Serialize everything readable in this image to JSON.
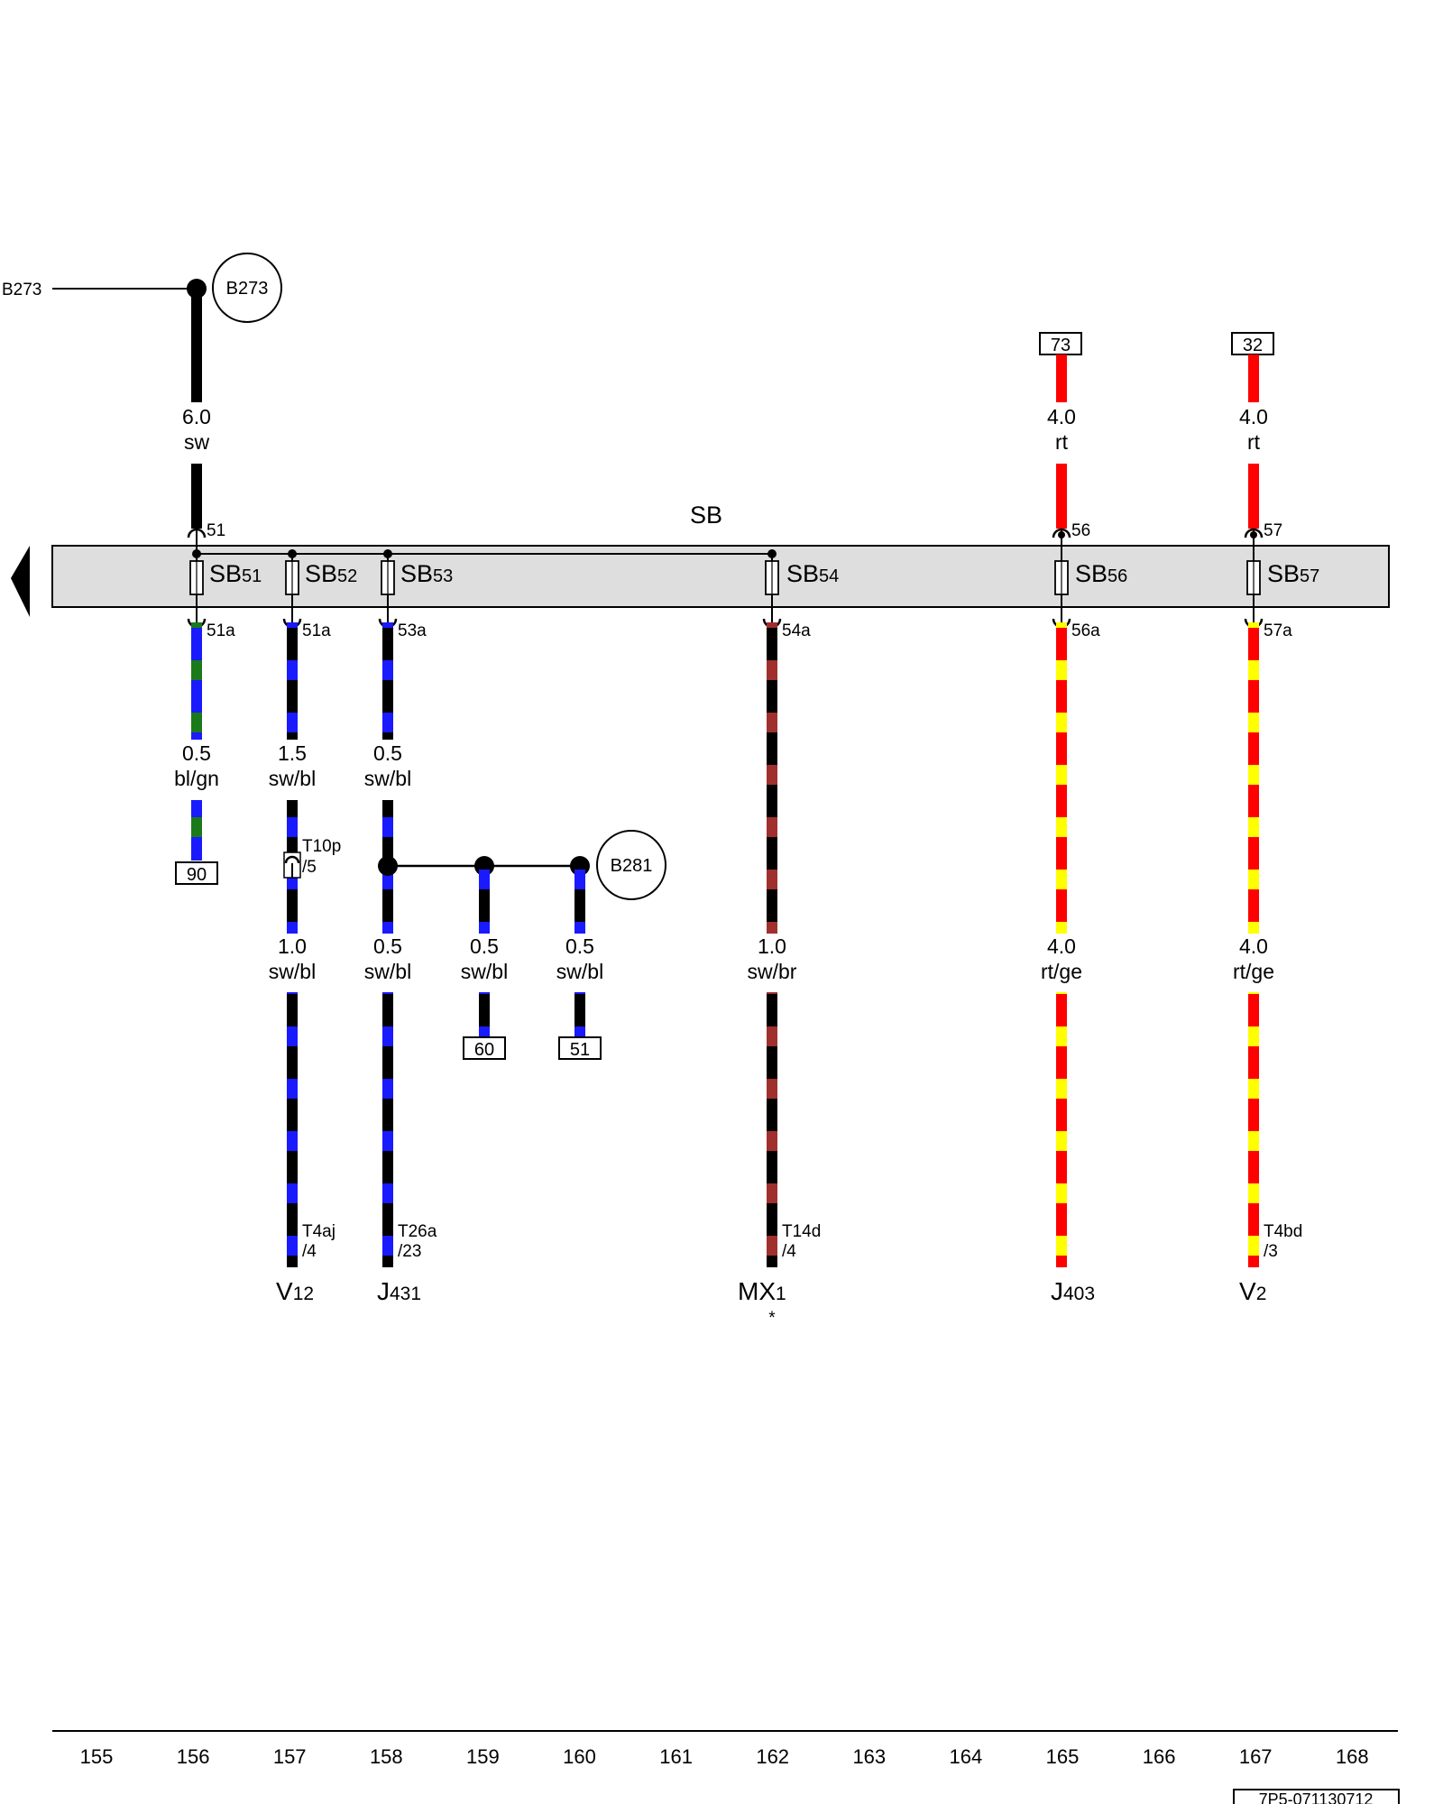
{
  "colors": {
    "sw": "#000000",
    "bl": "#1a1aff",
    "gn": "#1a7a1a",
    "rt": "#ff0000",
    "ge": "#ffff00",
    "br": "#a0302d",
    "busbar_fill": "#dedede"
  },
  "busbar": {
    "label": "SB"
  },
  "feed": {
    "wire_end_label": "B273",
    "connection": "B273"
  },
  "fuses": [
    {
      "id": "SB51",
      "label": "SB",
      "num": "51",
      "pin_in": "51",
      "pin_out": "51a"
    },
    {
      "id": "SB52",
      "label": "SB",
      "num": "52",
      "pin_in": "",
      "pin_out": "51a"
    },
    {
      "id": "SB53",
      "label": "SB",
      "num": "53",
      "pin_in": "",
      "pin_out": "53a"
    },
    {
      "id": "SB54",
      "label": "SB",
      "num": "54",
      "pin_in": "",
      "pin_out": "54a"
    },
    {
      "id": "SB56",
      "label": "SB",
      "num": "56",
      "pin_in": "56",
      "pin_out": "56a"
    },
    {
      "id": "SB57",
      "label": "SB",
      "num": "57",
      "pin_in": "57",
      "pin_out": "57a"
    }
  ],
  "input_wires": [
    {
      "fuse": "SB51",
      "size": "6.0",
      "color": "sw",
      "colors": [
        "sw"
      ]
    },
    {
      "fuse": "SB56",
      "size": "4.0",
      "color": "rt",
      "colors": [
        "rt"
      ],
      "from_box": "73"
    },
    {
      "fuse": "SB57",
      "size": "4.0",
      "color": "rt",
      "colors": [
        "rt"
      ],
      "from_box": "32"
    }
  ],
  "output_wires": [
    {
      "fuse": "SB51",
      "upper_size": "0.5",
      "upper_color": "bl/gn",
      "colors": [
        "bl",
        "gn"
      ],
      "to_box": "90"
    },
    {
      "fuse": "SB52",
      "upper_size": "1.5",
      "upper_color": "sw/bl",
      "colors": [
        "sw",
        "bl"
      ],
      "connector": "T10p",
      "connector_pin": "/5",
      "lower_size": "1.0",
      "lower_color": "sw/bl",
      "terminal": "T4aj",
      "terminal_pin": "/4",
      "component": "V",
      "component_num": "12"
    },
    {
      "fuse": "SB53",
      "upper_size": "0.5",
      "upper_color": "sw/bl",
      "colors": [
        "sw",
        "bl"
      ],
      "lower_size": "0.5",
      "lower_color": "sw/bl",
      "terminal": "T26a",
      "terminal_pin": "/23",
      "component": "J",
      "component_num": "431"
    },
    {
      "fuse": "SB54",
      "lower_size": "1.0",
      "lower_color": "sw/br",
      "colors": [
        "sw",
        "br"
      ],
      "terminal": "T14d",
      "terminal_pin": "/4",
      "component": "MX",
      "component_num": "1",
      "note": "*"
    },
    {
      "fuse": "SB56",
      "lower_size": "4.0",
      "lower_color": "rt/ge",
      "colors": [
        "rt",
        "ge"
      ],
      "component": "J",
      "component_num": "403"
    },
    {
      "fuse": "SB57",
      "lower_size": "4.0",
      "lower_color": "rt/ge",
      "colors": [
        "rt",
        "ge"
      ],
      "terminal": "T4bd",
      "terminal_pin": "/3",
      "component": "V",
      "component_num": "2"
    }
  ],
  "branch": {
    "connection": "B281",
    "wires": [
      {
        "size": "0.5",
        "color": "sw/bl",
        "to_box": "60"
      },
      {
        "size": "0.5",
        "color": "sw/bl",
        "to_box": "51"
      }
    ]
  },
  "axis": {
    "ticks": [
      "155",
      "156",
      "157",
      "158",
      "159",
      "160",
      "161",
      "162",
      "163",
      "164",
      "165",
      "166",
      "167",
      "168"
    ]
  },
  "doc_number": "7P5-071130712"
}
